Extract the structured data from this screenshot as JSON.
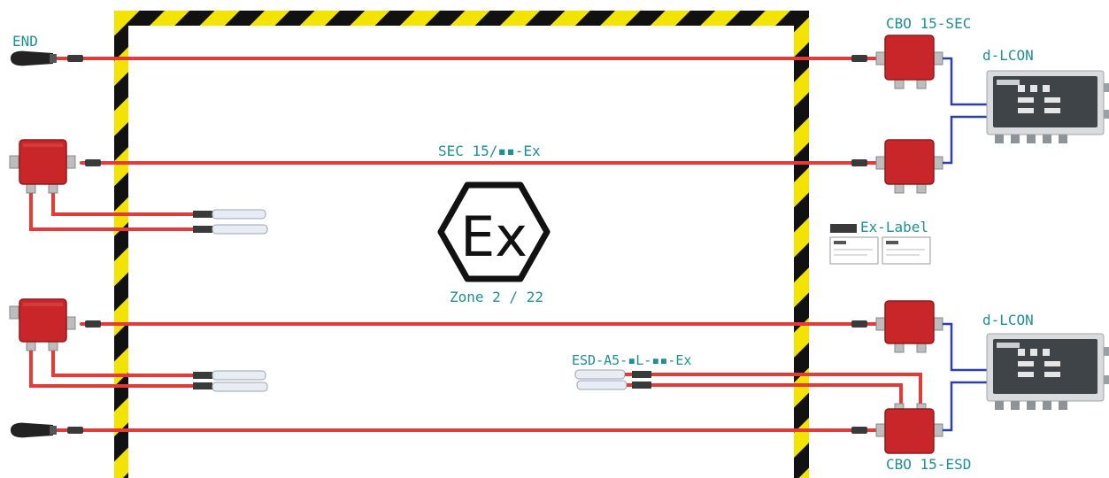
{
  "labels": {
    "end": "END",
    "cbo_sec": "CBO 15-SEC",
    "dlcon_top": "d-LCON",
    "sec_cable": "SEC 15/▪▪-Ex",
    "ex_symbol": "Ex",
    "zone": "Zone 2 / 22",
    "ex_label": "Ex-Label",
    "esd_sensor": "ESD-A5-▪L-▪▪-Ex",
    "dlcon_bottom": "d-LCON",
    "cbo_esd": "CBO 15-ESD"
  },
  "colors": {
    "cable": "#e53a3a",
    "junction_box": "#c9262a",
    "hazard_yellow": "#f2e300",
    "hazard_black": "#111111",
    "label_text": "#1f8f92",
    "signal_wire": "#2b3fae",
    "controller_body": "#d9dbdd",
    "controller_panel": "#3e4447"
  },
  "icons": [
    "ex-hexagon-icon",
    "end-termination-icon",
    "sensor-probe-icon",
    "junction-box-icon",
    "controller-icon"
  ]
}
